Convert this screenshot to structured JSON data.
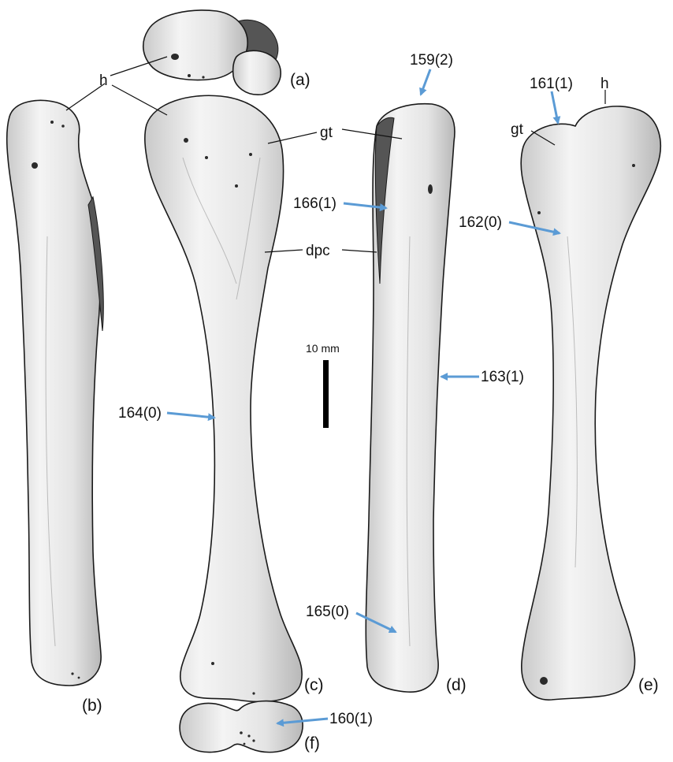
{
  "panels": {
    "a": "(a)",
    "b": "(b)",
    "c": "(c)",
    "d": "(d)",
    "e": "(e)",
    "f": "(f)"
  },
  "labels": {
    "h_left": "h",
    "h_right": "h",
    "gt_c": "gt",
    "gt_e": "gt",
    "dpc": "dpc"
  },
  "characters": {
    "c159": "159(2)",
    "c160": "160(1)",
    "c161": "161(1)",
    "c162": "162(0)",
    "c163": "163(1)",
    "c164": "164(0)",
    "c165": "165(0)",
    "c166": "166(1)"
  },
  "scale_bar": {
    "label": "10 mm"
  },
  "colors": {
    "arrow": "#5b9bd5",
    "leader": "#111111",
    "bone": "#e6e6e6"
  }
}
